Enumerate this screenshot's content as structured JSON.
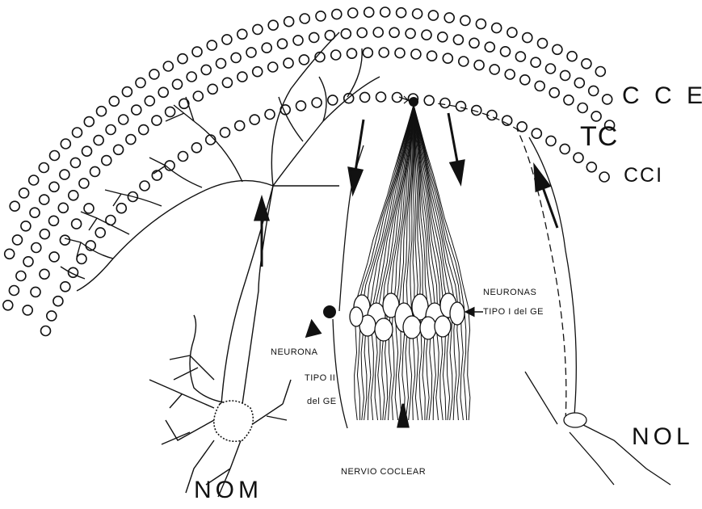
{
  "labels": {
    "cce": "C C E",
    "tc": "TC",
    "cci": "CCI",
    "neuronas_tipo_i": [
      "NEURONAS",
      "TIPO I del GE"
    ],
    "neurona_tipo_ii": [
      "NEURONA",
      "TIPO II",
      "del GE"
    ],
    "nervio_coclear": "NERVIO COCLEAR",
    "nom": "NOM",
    "nol": "NOL"
  },
  "colors": {
    "ink": "#111111",
    "background": "#ffffff"
  }
}
